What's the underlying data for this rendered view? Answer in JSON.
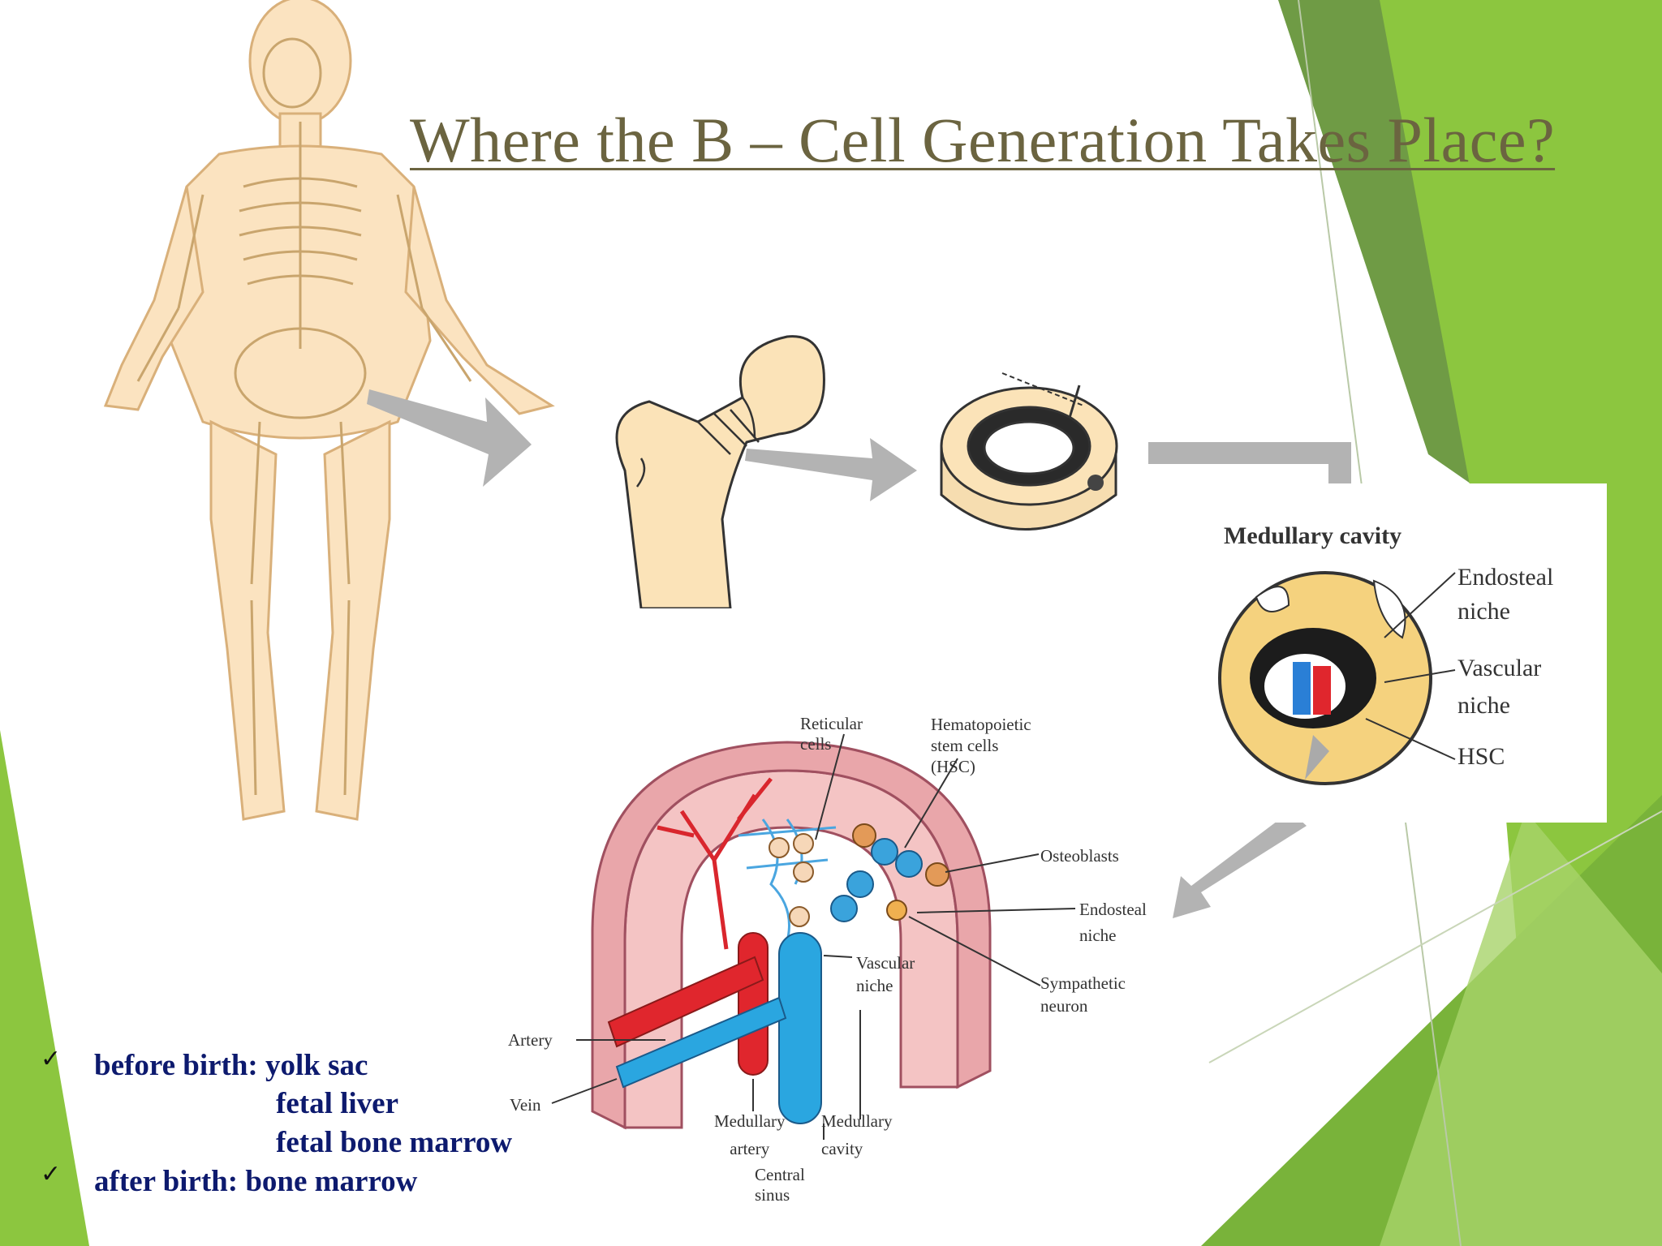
{
  "slide": {
    "title": "Where the B – Cell Generation Takes Place?"
  },
  "colors": {
    "title": "#6b6440",
    "bullet_text": "#0d1a6e",
    "green_dark": "#6a9a3a",
    "green_light": "#8cc63f",
    "bone": "#fbe3b8",
    "artery": "#e0262d",
    "vein": "#2aa6e0",
    "arrow": "#b3b3b3"
  },
  "bullets": {
    "check": "✓",
    "before_label": "before birth: yolk sac",
    "before_item2": "fetal liver",
    "before_item3": "fetal bone marrow",
    "after_label": "after birth: bone marrow"
  },
  "medullary_inset": {
    "heading": "Medullary cavity",
    "endosteal_1": "Endosteal",
    "endosteal_2": "niche",
    "vascular_1": "Vascular",
    "vascular_2": "niche",
    "hsc": "HSC"
  },
  "niche_diagram": {
    "reticular": "Reticular cells",
    "hsc_1": "Hematopoietic",
    "hsc_2": "stem cells (HSC)",
    "osteoblasts": "Osteoblasts",
    "endosteal_1": "Endosteal",
    "endosteal_2": "niche",
    "vascular_1": "Vascular",
    "vascular_2": "niche",
    "sympathetic_1": "Sympathetic",
    "sympathetic_2": "neuron",
    "artery": "Artery",
    "vein": "Vein",
    "med_artery_1": "Medullary",
    "med_artery_2": "artery",
    "med_cavity_1": "Medullary",
    "med_cavity_2": "cavity",
    "central_sinus": "Central sinus"
  },
  "icons": [
    "body-skeleton",
    "femur-head",
    "bone-ring",
    "medullary-cavity",
    "bone-marrow-niche",
    "flow-arrow",
    "checkmark-icon"
  ]
}
